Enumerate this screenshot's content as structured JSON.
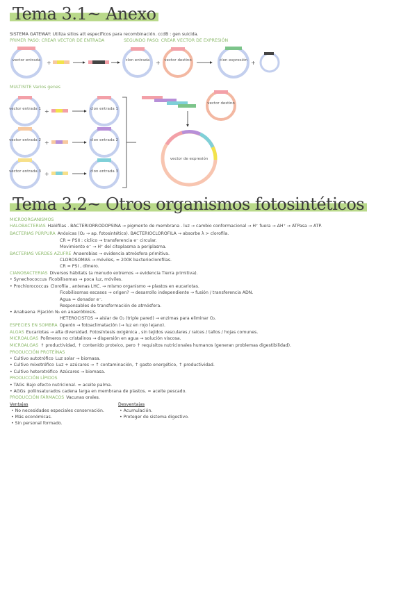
{
  "anexo": {
    "title": "Tema 3.1~ Anexo",
    "gateway_line": "SISTEMA GATEWAY: Utiliza sitios att específicos para recombinación. ccdB : gen suicida.",
    "step1": "PRIMER PASO: CREAR VECTOR DE ENTRADA",
    "step2": "SEGUNDO PASO: CREAR VECTOR DE EXPRESIÓN",
    "multisite": "MULTISITE Varios genes",
    "vector_entrada": "vector entrada",
    "clon_entrada": "clon entrada",
    "vector_destino": "vector destino",
    "clon_expresion": "clon expresión",
    "vector_entrada_1": "vector entrada 1",
    "vector_entrada_2": "vector entrada 2",
    "vector_entrada_3": "vector entrada 3",
    "clon_entrada_1": "clon entrada 1",
    "clon_entrada_2": "clon entrada 2",
    "clon_entrada_3": "clon entrada 3",
    "vector_expresion": "vector de expresión"
  },
  "otros": {
    "title": "Tema 3.2~ Otros organismos fotosintéticos",
    "lines": [
      {
        "label": "MICROORGANISMOS",
        "text": ""
      },
      {
        "label": "HALOBACTERIAS",
        "text": "Halófilas . BACTERIORRODOPSINA → pigmento de membrana . luz → cambio conformacional → H⁺ fuera → ΔH⁺ → ATPasa → ATP."
      },
      {
        "label": "BACTERIAS PÚRPURA",
        "text": "Anóxicas (O₂ → ap. fotosintético). BACTERIOCLOROFILA → absorbe λ > clorofila."
      },
      {
        "label": "",
        "text": "CR ≈ PSII : cíclico → transferencia e⁻ circular."
      },
      {
        "label": "",
        "text": "Movimiento e⁻ → H⁺ del citoplasma a periplasma."
      },
      {
        "label": "BACTERIAS VERDES AZUFRE",
        "text": "Anaerobias → evidencia atmósfera primitiva."
      },
      {
        "label": "",
        "text": "CLOROSOMAS → móviles, ≈ 200K bacterioclorofilas."
      },
      {
        "label": "",
        "text": "CR ≈ PSI , dímero."
      },
      {
        "label": "CIANOBACTERIAS",
        "text": "Diversos hábitats (a menudo extremos → evidencia Tierra primitiva)."
      },
      {
        "label": "• Synechococcus",
        "text": "Ficobilisomas → poca luz, móviles."
      },
      {
        "label": "• Prochlorococcus",
        "text": "Clorofila , antenas LHC. → mismo organismo → plastos en eucariotas."
      },
      {
        "label": "",
        "text": "Ficobilisomas escasos → origen? → desarrollo independiente → fusión / transferencia ADN."
      },
      {
        "label": "",
        "text": "Agua = donador e⁻."
      },
      {
        "label": "",
        "text": "Responsables de transformación de atmósfera."
      },
      {
        "label": "• Anabaena",
        "text": "Fijación N₂ en anaeróbiosis."
      },
      {
        "label": "",
        "text": "HETEROCISTOS → aislar de O₂ (triple pared) → enzimas para eliminar O₂."
      },
      {
        "label": "ESPECIES EN SOMBRA",
        "text": "Operón → fotoaclimatación (→ luz en rojo lejano)."
      },
      {
        "label": "ALGAS",
        "text": "Eucariotas → alta diversidad. Fotosíntesis oxigénica , sin tejidos vasculares / raíces / tallos / hojas comunes."
      },
      {
        "label": "MICROALGAS",
        "text": "Polímeros no cristalinos → dispersión en agua → solución viscosa."
      },
      {
        "label": "MICROALGAS",
        "text": "↑ productividad, ↑ contenido proteico, pero ↑ requisitos nutricionales humanos (generan problemas digestibilidad)."
      },
      {
        "label": "PRODUCCIÓN PROTEÍNAS",
        "text": ""
      },
      {
        "label": "• Cultivo autotrófico",
        "text": "Luz solar → biomasa."
      },
      {
        "label": "• Cultivo mixotrófico",
        "text": "Luz + azúcares → ↑ contaminación, ↑ gasto energético, ↑ productividad."
      },
      {
        "label": "• Cultivo heterotrófico",
        "text": "Azúcares → biomasa."
      },
      {
        "label": "PRODUCCIÓN LÍPIDOS",
        "text": ""
      },
      {
        "label": "• TAGs",
        "text": "Bajo efecto nutricional. ≈ aceite palma."
      },
      {
        "label": "• AGGs",
        "text": "poliinsaturados cadena larga en membrana de plastos. ≈ aceite pescado."
      },
      {
        "label": "PRODUCCIÓN FÁRMACOS",
        "text": "Vacunas orales."
      }
    ],
    "ventajas_title": "Ventajas",
    "ventajas": [
      "No necesidades especiales conservación.",
      "Más económicas.",
      "Sin personal formado."
    ],
    "desventajas_title": "Desventajas",
    "desventajas": [
      "Acumulación.",
      "Proteger de sistema digestivo."
    ]
  },
  "colors": {
    "highlight": "#b9d98a",
    "accent_green": "#8bb86a",
    "vector_blue": "#b9c7e8",
    "dest_salmon": "#f3b8a2"
  }
}
